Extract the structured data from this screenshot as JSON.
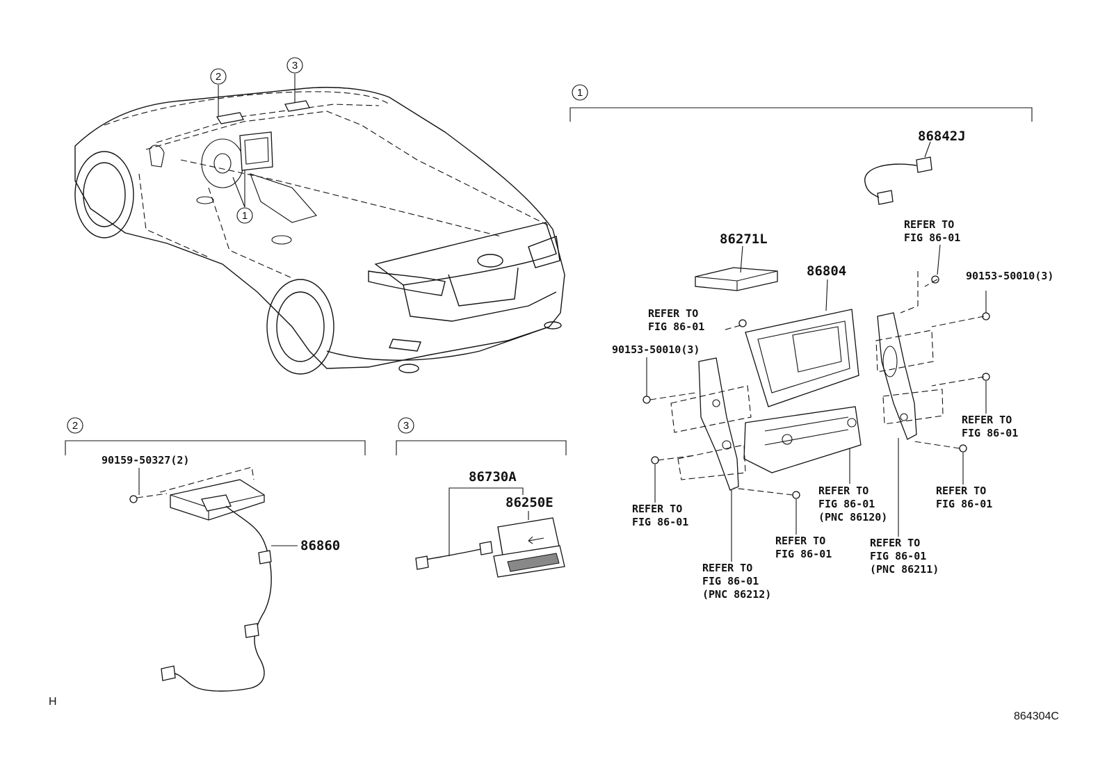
{
  "callouts": {
    "c1": "1",
    "c2": "2",
    "c3": "3"
  },
  "group1": {
    "part_86842J": "86842J",
    "refer_top_right_1": "REFER TO",
    "refer_top_right_2": "FIG 86-01",
    "part_86271L": "86271L",
    "part_86804": "86804",
    "screw_right": "90153-50010(3)",
    "refer_left_top_1": "REFER TO",
    "refer_left_top_2": "FIG 86-01",
    "screw_left": "90153-50010(3)",
    "refer_right_mid_1": "REFER TO",
    "refer_right_mid_2": "FIG 86-01",
    "refer_left_low_1": "REFER TO",
    "refer_left_low_2": "FIG 86-01",
    "refer_86120_1": "REFER TO",
    "refer_86120_2": "FIG 86-01",
    "refer_86120_3": "(PNC 86120)",
    "refer_right_low_1": "REFER TO",
    "refer_right_low_2": "FIG 86-01",
    "refer_bottom_mid_1": "REFER TO",
    "refer_bottom_mid_2": "FIG 86-01",
    "refer_86211_1": "REFER TO",
    "refer_86211_2": "FIG 86-01",
    "refer_86211_3": "(PNC 86211)",
    "refer_86212_1": "REFER TO",
    "refer_86212_2": "FIG 86-01",
    "refer_86212_3": "(PNC 86212)"
  },
  "group2": {
    "screw": "90159-50327(2)",
    "part_86860": "86860"
  },
  "group3": {
    "part_86730A": "86730A",
    "part_86250E": "86250E"
  },
  "corner_left": "H",
  "corner_right": "864304C"
}
